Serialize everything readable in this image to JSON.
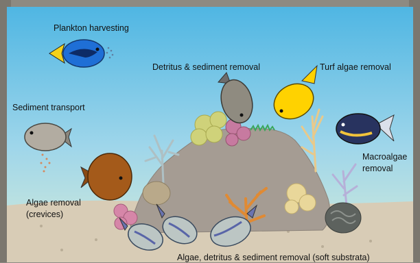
{
  "labels": {
    "plankton": "Plankton harvesting",
    "detritus": "Detritus & sediment removal",
    "turf": "Turf algae removal",
    "sediment_transport": "Sediment transport",
    "macroalgae_1": "Macroalgae",
    "macroalgae_2": "removal",
    "crevices_1": "Algae removal",
    "crevices_2": "(crevices)",
    "soft_substrata": "Algae, detritus & sediment removal (soft substrata)"
  },
  "colors": {
    "water_top": "#4fb6e3",
    "water_bottom": "#cfe7d6",
    "sand": "#d8ccb6",
    "rock": "#a59c93",
    "frame": "#8d8a82"
  },
  "icons": [
    "blue-tang-icon",
    "surgeonfish-icon",
    "yellow-tang-icon",
    "brown-tang-icon",
    "navy-tang-icon",
    "sohal-fish-icon",
    "coral-icon",
    "staghorn-coral-icon",
    "sea-fan-icon",
    "brain-coral-icon",
    "turf-algae-icon"
  ]
}
